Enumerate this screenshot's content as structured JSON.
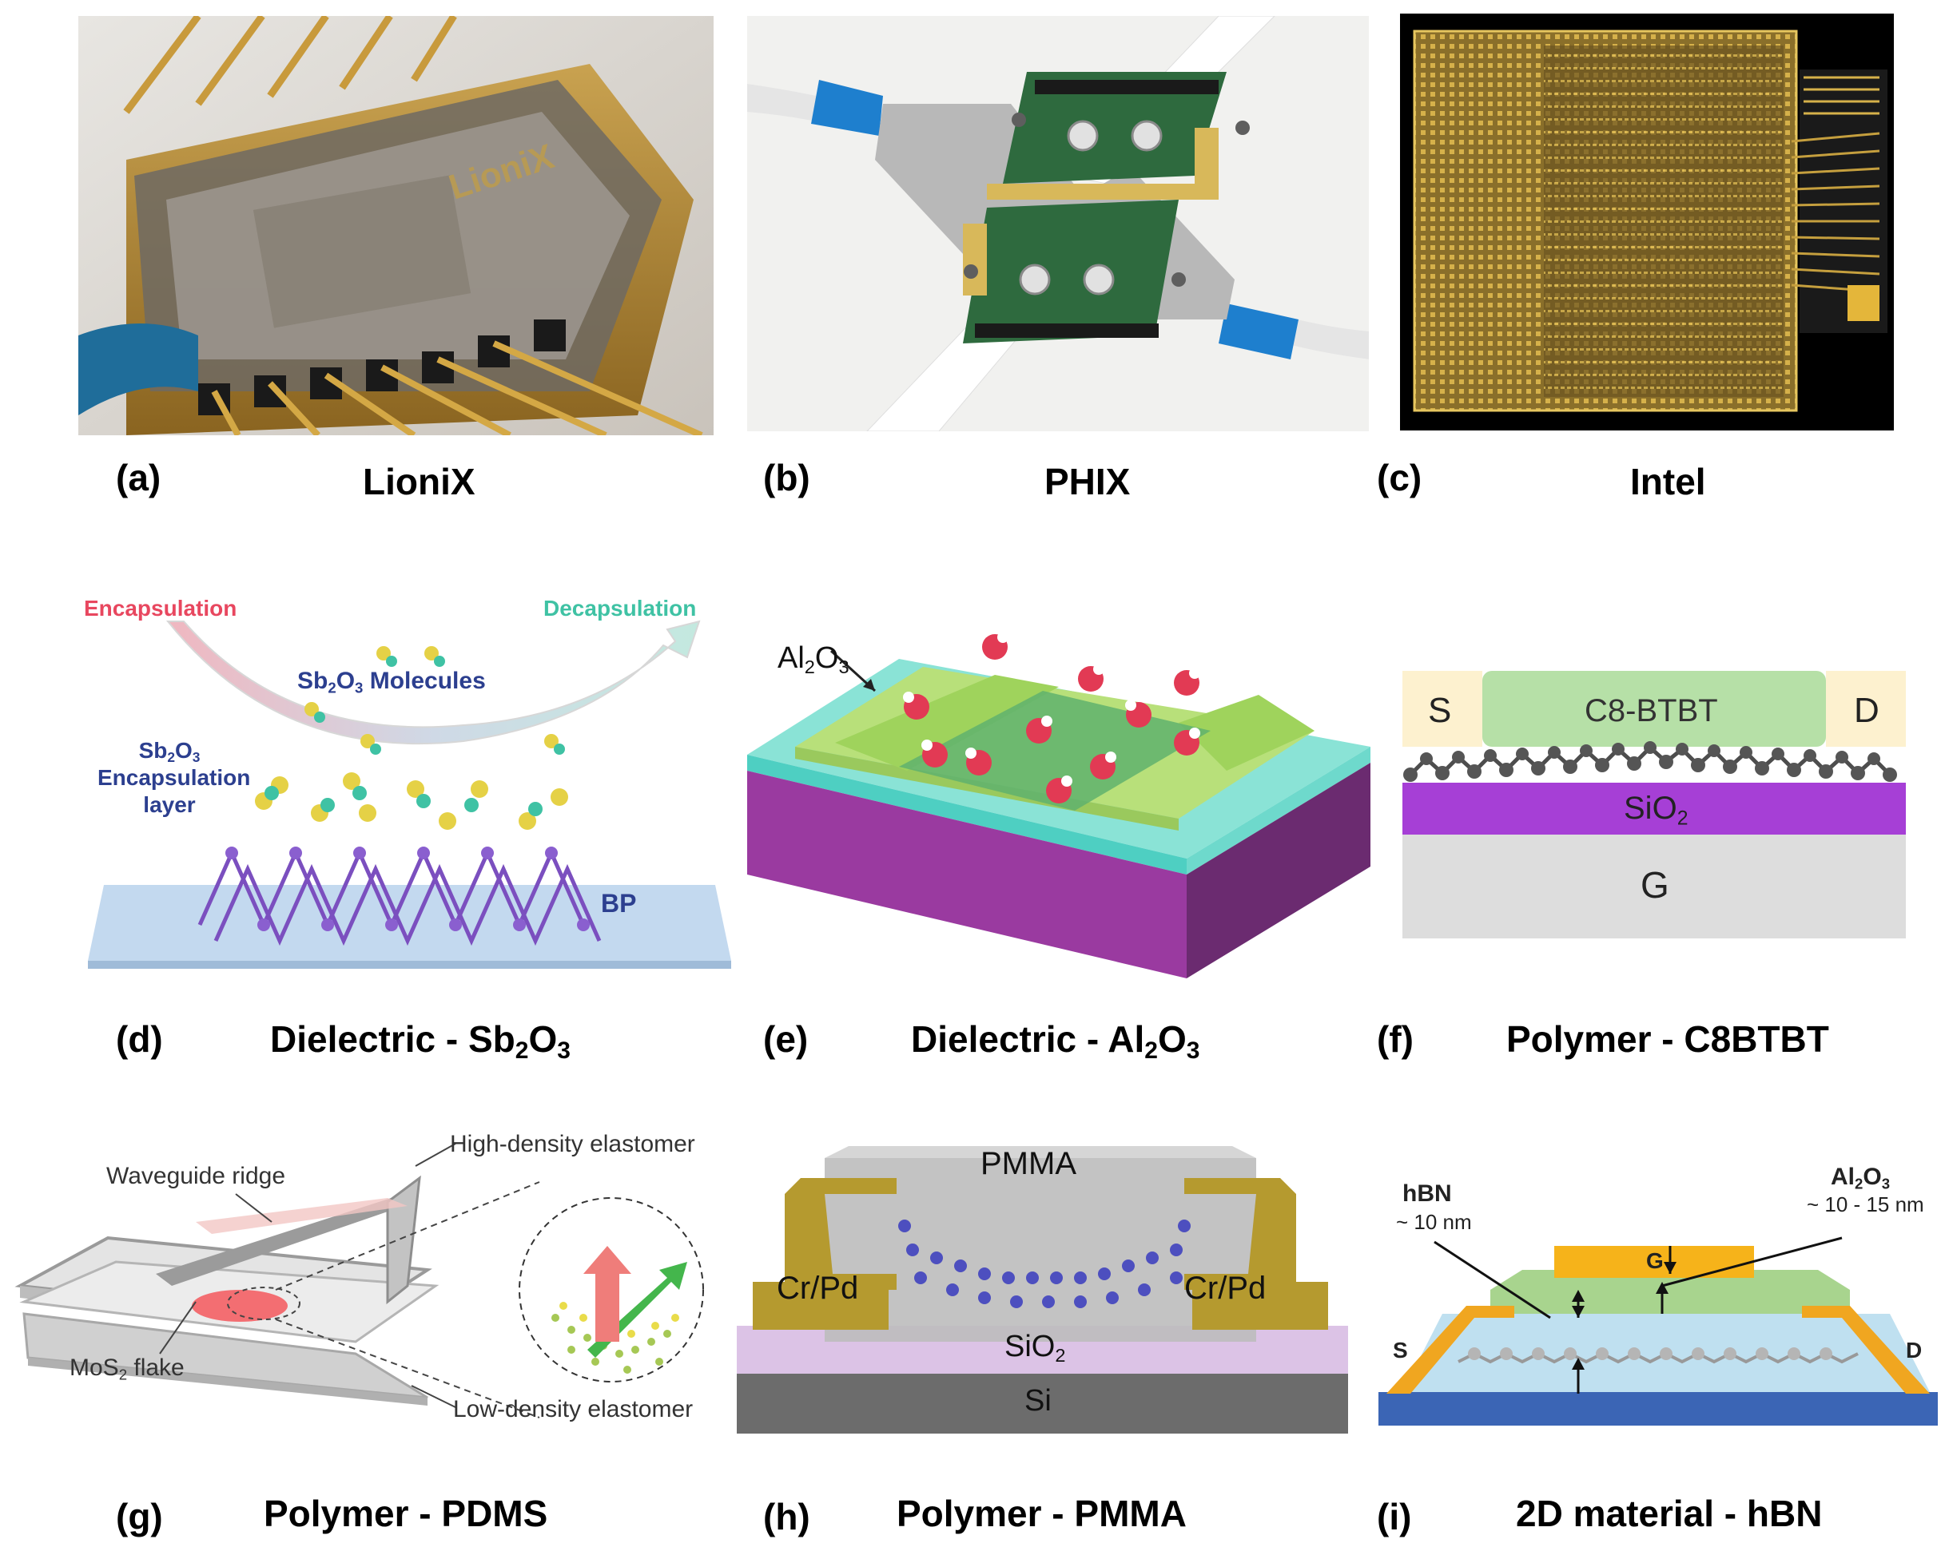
{
  "panels": [
    {
      "letter": "(a)",
      "title": "LioniX"
    },
    {
      "letter": "(b)",
      "title": "PHIX"
    },
    {
      "letter": "(c)",
      "title": "Intel"
    },
    {
      "letter": "(d)",
      "title_pre": "Dielectric - Sb",
      "title_s1": "2",
      "title_mid": "O",
      "title_s2": "3"
    },
    {
      "letter": "(e)",
      "title_pre": "Dielectric - Al",
      "title_s1": "2",
      "title_mid": "O",
      "title_s2": "3"
    },
    {
      "letter": "(f)",
      "title": "Polymer - C8BTBT"
    },
    {
      "letter": "(g)",
      "title": "Polymer - PDMS"
    },
    {
      "letter": "(h)",
      "title": "Polymer - PMMA"
    },
    {
      "letter": "(i)",
      "title": "2D material - hBN"
    }
  ],
  "photo_a": {
    "brand": "LioniX"
  },
  "diagram_d": {
    "encapsulation": "Encapsulation",
    "decapsulation": "Decapsulation",
    "molecules_pre": "Sb",
    "molecules_s1": "2",
    "molecules_mid": "O",
    "molecules_s2": "3",
    "molecules_post": " Molecules",
    "layer_l1_pre": "Sb",
    "layer_l1_s1": "2",
    "layer_l1_mid": "O",
    "layer_l1_s2": "3",
    "layer_l2": "Encapsulation",
    "layer_l3": "layer",
    "bp": "BP"
  },
  "diagram_e": {
    "oxide_pre": "Al",
    "oxide_s1": "2",
    "oxide_mid": "O",
    "oxide_s2": "3"
  },
  "diagram_f": {
    "source": "S",
    "channel": "C8-BTBT",
    "drain": "D",
    "oxide_pre": "SiO",
    "oxide_s": "2",
    "gate": "G"
  },
  "diagram_g": {
    "high_density": "High-density elastomer",
    "waveguide": "Waveguide ridge",
    "flake_pre": "MoS",
    "flake_s": "2",
    "flake_post": " flake",
    "low_density": "Low-density elastomer"
  },
  "diagram_h": {
    "top": "PMMA",
    "contact_left": "Cr/Pd",
    "contact_right": "Cr/Pd",
    "oxide_pre": "SiO",
    "oxide_s": "2",
    "substrate": "Si"
  },
  "diagram_i": {
    "hbn": "hBN",
    "hbn_thickness": "~ 10 nm",
    "oxide_pre": "Al",
    "oxide_s1": "2",
    "oxide_mid": "O",
    "oxide_s2": "3",
    "oxide_thickness": "~ 10 - 15 nm",
    "gate": "G",
    "source": "S",
    "drain": "D"
  },
  "colors": {
    "teal": "#3fc2a4",
    "encap_red": "#e8475f",
    "label_navy": "#2c3f8f",
    "gold": "#d9a21b",
    "purple": "#a63fd6",
    "green": "#a9d99a"
  }
}
